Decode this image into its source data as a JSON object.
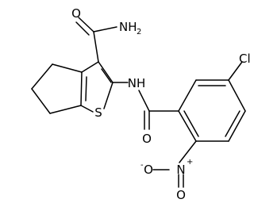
{
  "molecule": {
    "labels": {
      "amide_o": "O",
      "amide_n": "NH",
      "amide_n_sub": "2",
      "ring_s": "S",
      "linker_nh": "NH",
      "carbonyl_o": "O",
      "chloro": "Cl",
      "nitro_n": "N",
      "nitro_n_charge": "+",
      "nitro_o_minus": "O",
      "nitro_o_minus_charge": "-",
      "nitro_o": "O"
    }
  }
}
